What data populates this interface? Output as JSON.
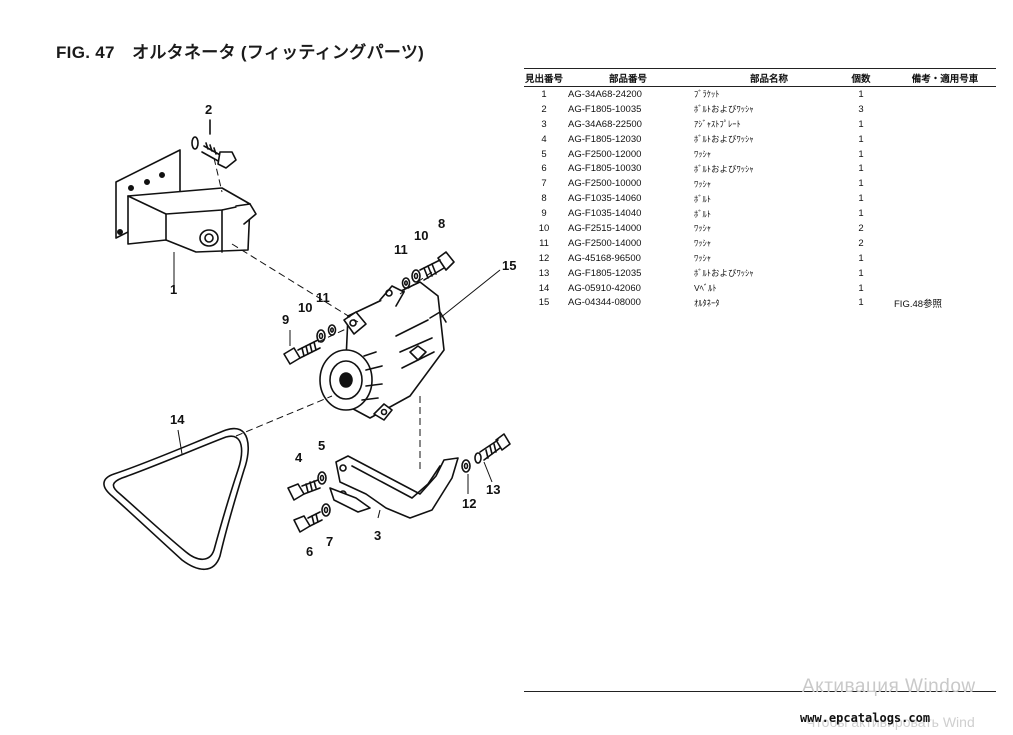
{
  "figure": {
    "title": "FIG. 47　オルタネータ (フィッティングパーツ)"
  },
  "diagram": {
    "callouts": [
      "1",
      "2",
      "3",
      "4",
      "5",
      "6",
      "7",
      "8",
      "9",
      "10",
      "11",
      "12",
      "13",
      "14",
      "15",
      "11",
      "10"
    ]
  },
  "table": {
    "headers": {
      "no": "見出番号",
      "part_number": "部品番号",
      "part_name": "部品名称",
      "qty": "個数",
      "remarks": "備考・適用号車"
    },
    "rows": [
      {
        "no": "1",
        "part_number": "AG-34A68-24200",
        "part_name": "ﾌﾞﾗｹｯﾄ",
        "qty": "1",
        "remarks": ""
      },
      {
        "no": "2",
        "part_number": "AG-F1805-10035",
        "part_name": "ﾎﾞﾙﾄおよびﾜｯｼｬ",
        "qty": "3",
        "remarks": ""
      },
      {
        "no": "3",
        "part_number": "AG-34A68-22500",
        "part_name": "ｱｼﾞｬｽﾄﾌﾟﾚｰﾄ",
        "qty": "1",
        "remarks": ""
      },
      {
        "no": "4",
        "part_number": "AG-F1805-12030",
        "part_name": "ﾎﾞﾙﾄおよびﾜｯｼｬ",
        "qty": "1",
        "remarks": ""
      },
      {
        "no": "5",
        "part_number": "AG-F2500-12000",
        "part_name": "ﾜｯｼｬ",
        "qty": "1",
        "remarks": ""
      },
      {
        "no": "6",
        "part_number": "AG-F1805-10030",
        "part_name": "ﾎﾞﾙﾄおよびﾜｯｼｬ",
        "qty": "1",
        "remarks": ""
      },
      {
        "no": "7",
        "part_number": "AG-F2500-10000",
        "part_name": "ﾜｯｼｬ",
        "qty": "1",
        "remarks": ""
      },
      {
        "no": "8",
        "part_number": "AG-F1035-14060",
        "part_name": "ﾎﾞﾙﾄ",
        "qty": "1",
        "remarks": ""
      },
      {
        "no": "9",
        "part_number": "AG-F1035-14040",
        "part_name": "ﾎﾞﾙﾄ",
        "qty": "1",
        "remarks": ""
      },
      {
        "no": "10",
        "part_number": "AG-F2515-14000",
        "part_name": "ﾜｯｼｬ",
        "qty": "2",
        "remarks": ""
      },
      {
        "no": "11",
        "part_number": "AG-F2500-14000",
        "part_name": "ﾜｯｼｬ",
        "qty": "2",
        "remarks": ""
      },
      {
        "no": "12",
        "part_number": "AG-45168-96500",
        "part_name": "ﾜｯｼｬ",
        "qty": "1",
        "remarks": ""
      },
      {
        "no": "13",
        "part_number": "AG-F1805-12035",
        "part_name": "ﾎﾞﾙﾄおよびﾜｯｼｬ",
        "qty": "1",
        "remarks": ""
      },
      {
        "no": "14",
        "part_number": "AG-05910-42060",
        "part_name": "Vﾍﾞﾙﾄ",
        "qty": "1",
        "remarks": ""
      },
      {
        "no": "15",
        "part_number": "AG-04344-08000",
        "part_name": "ｵﾙﾀﾈｰﾀ",
        "qty": "1",
        "remarks": "FIG.48参照"
      }
    ]
  },
  "overlay": {
    "watermark_line1": "Активация Window",
    "watermark_line2": "Чтобы активировать Wind",
    "site": "www.epcatalogs.com"
  }
}
